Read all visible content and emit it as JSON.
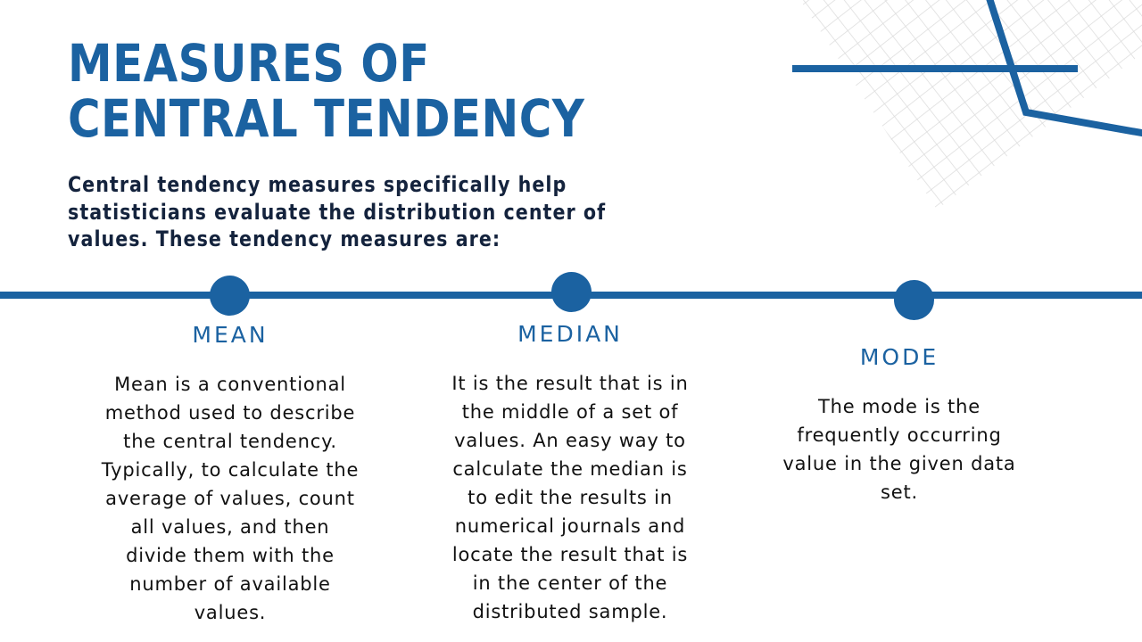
{
  "slide": {
    "title": "MEASURES OF CENTRAL TENDENCY",
    "intro": "Central tendency measures specifically help statisticians evaluate the distribution center of values. These tendency measures are:",
    "columns": [
      {
        "heading": "MEAN",
        "body": "Mean is a conventional method used to describe the central tendency. Typically, to calculate the average of values, count all values, and then divide them with the number of available values."
      },
      {
        "heading": "MEDIAN",
        "body": "It is the result that is in the middle of a set of values. An easy way to calculate the median is to edit the results in numerical journals and locate the result that is in the center of the distributed sample."
      },
      {
        "heading": "MODE",
        "body": "The mode is the frequently occurring value in the given data set."
      }
    ]
  },
  "colors": {
    "accent": "#1b62a1",
    "text_dark": "#14233d",
    "grid": "#dcdcdc"
  }
}
